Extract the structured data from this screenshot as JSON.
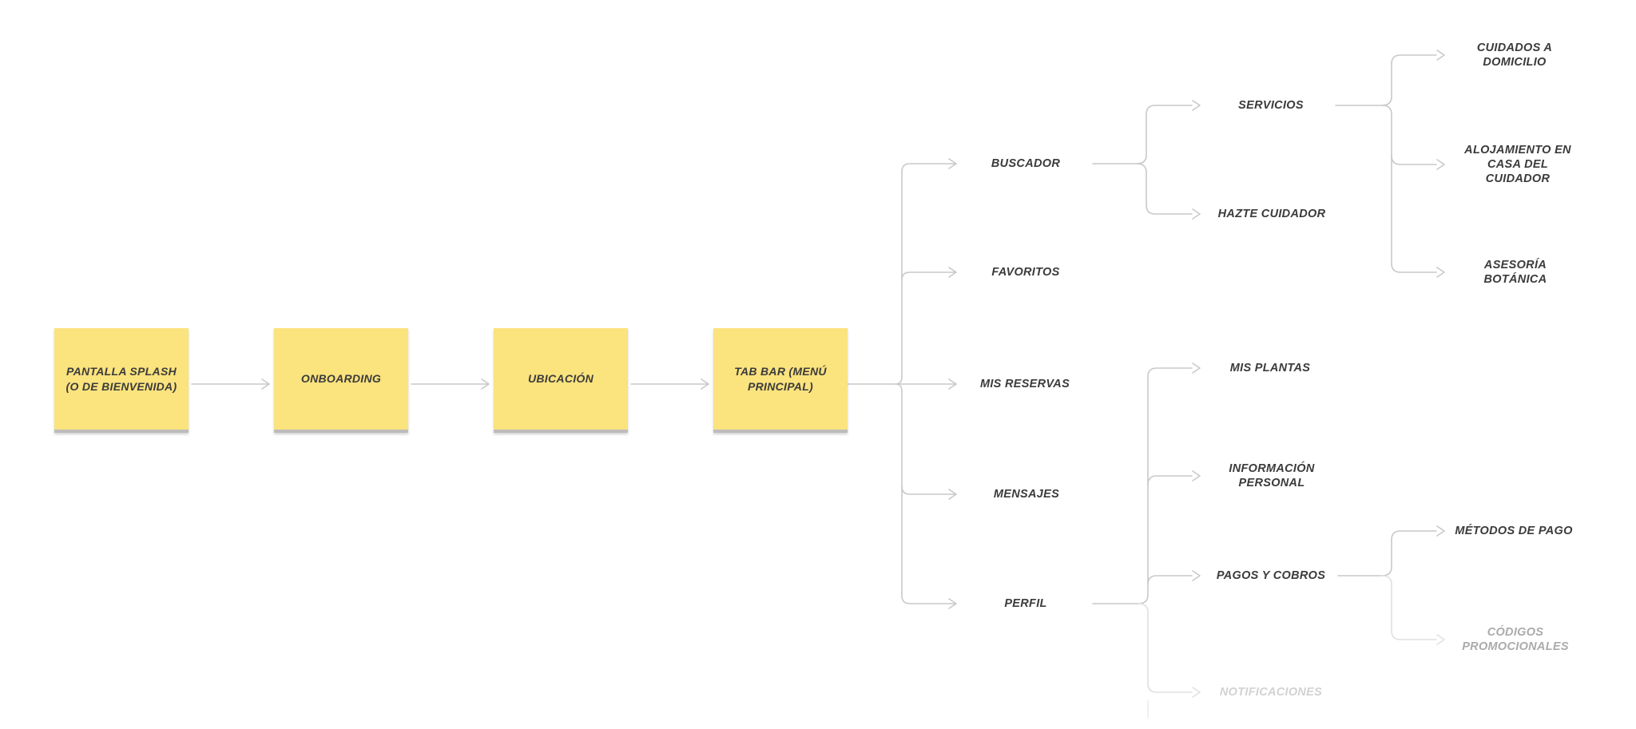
{
  "canvas": {
    "background": "#ffffff",
    "line_color": "#c9c9c9",
    "text_color": "#3b3b3b",
    "sticky_fill": "#fbe37e",
    "sticky_edge": "#bcbcbc",
    "faded_line_color": "#e0e0e0",
    "faded_text_mid": "#ababab",
    "faded_text_light": "#d2d2d2"
  },
  "flow_steps": [
    "PANTALLA SPLASH\n(O DE BIENVENIDA)",
    "ONBOARDING",
    "UBICACIÓN",
    "TAB BAR (MENÚ\nPRINCIPAL)"
  ],
  "tree": {
    "tab_bar": [
      "BUSCADOR",
      "FAVORITOS",
      "MIS RESERVAS",
      "MENSAJES",
      "PERFIL"
    ],
    "buscador": [
      "SERVICIOS",
      "HAZTE CUIDADOR"
    ],
    "servicios": [
      "CUIDADOS A\nDOMICILIO",
      "ALOJAMIENTO EN\nCASA DEL CUIDADOR",
      "ASESORÍA BOTÁNICA"
    ],
    "perfil": [
      "MIS PLANTAS",
      "INFORMACIÓN\nPERSONAL",
      "PAGOS Y COBROS",
      "NOTIFICACIONES"
    ],
    "pagos": [
      "MÉTODOS DE PAGO",
      "CÓDIGOS\nPROMOCIONALES"
    ]
  }
}
